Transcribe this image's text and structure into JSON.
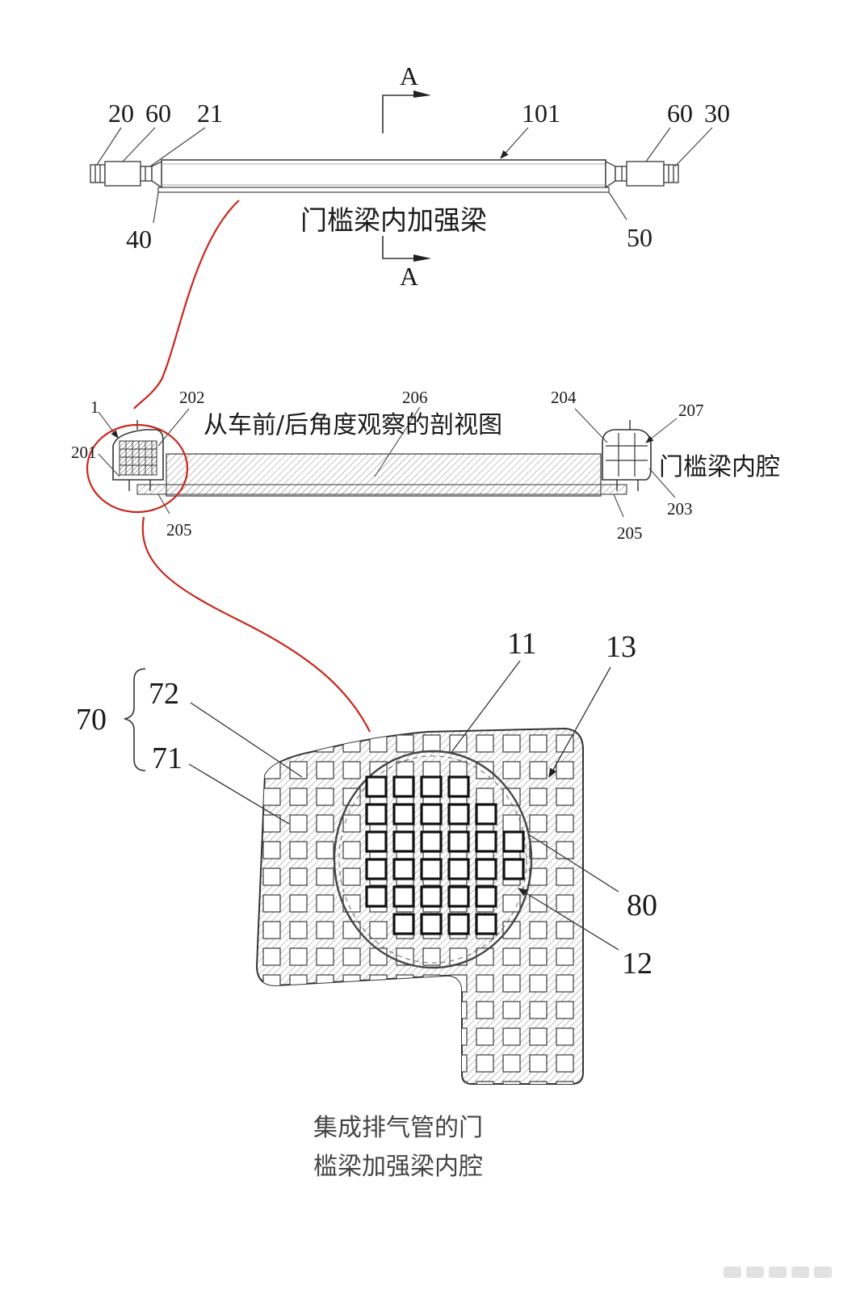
{
  "top_view": {
    "section_marker_top": "A",
    "section_marker_bottom": "A",
    "labels": {
      "l20": "20",
      "l60_left": "60",
      "l21": "21",
      "l101": "101",
      "l60_right": "60",
      "l30": "30",
      "l40": "40",
      "l50": "50"
    },
    "caption": "门槛梁内加强梁"
  },
  "section_view": {
    "caption": "从车前/后角度观察的剖视图",
    "cavity_caption": "门槛梁内腔",
    "labels": {
      "l1": "1",
      "l201": "201",
      "l202": "202",
      "l205_left": "205",
      "l206": "206",
      "l204": "204",
      "l207": "207",
      "l203": "203",
      "l205_right": "205"
    }
  },
  "detail_view": {
    "labels": {
      "l70": "70",
      "l72": "72",
      "l71": "71",
      "l11": "11",
      "l13": "13",
      "l80": "80",
      "l12": "12"
    },
    "caption_line1": "集成排气管的门",
    "caption_line2": "槛梁加强梁内腔"
  },
  "colors": {
    "line": "#3a3a3a",
    "highlight": "#c8281e",
    "bold_cell": "#111111"
  },
  "icons": [
    "section-arrow-icon",
    "leader-arrow-icon",
    "brace-icon"
  ]
}
